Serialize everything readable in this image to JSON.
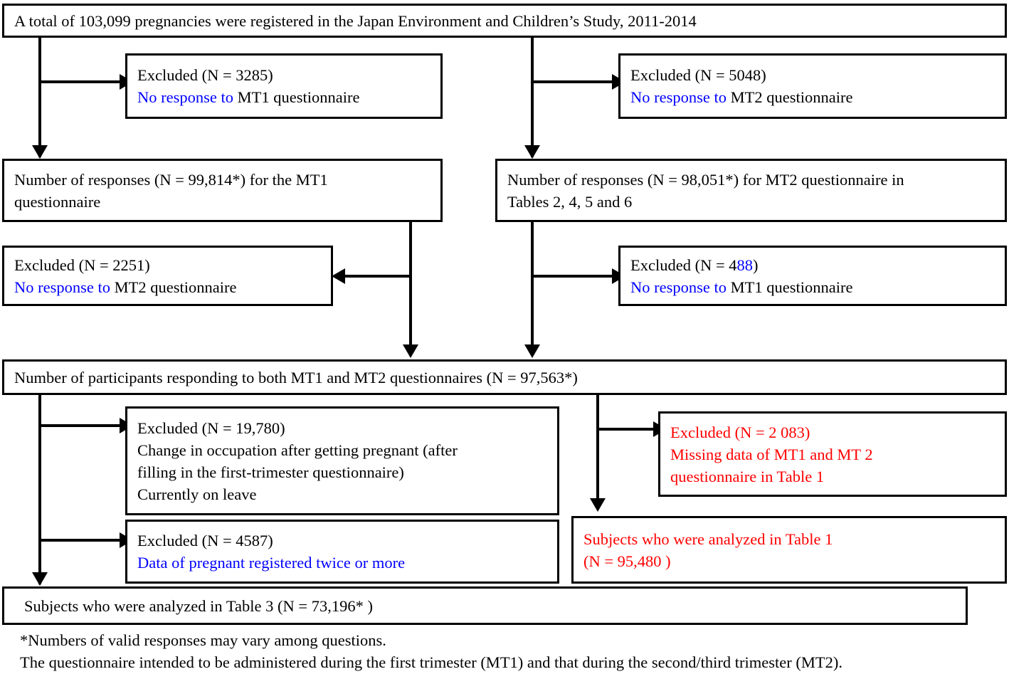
{
  "diagram": {
    "type": "flowchart",
    "title": "Participant flow diagram, Japan Environment and Children's Study",
    "colors": {
      "black": "#000000",
      "blue": "#0000ff",
      "red": "#ff0000",
      "background": "#ffffff"
    }
  },
  "top": {
    "text": "A total of 103,099 pregnancies were registered in the Japan Environment and Children’s Study, 2011-2014"
  },
  "excl_mt1_top": {
    "line1": "Excluded (N = 3285)",
    "line2_blue": "No response to",
    "line2_black": " MT1 questionnaire"
  },
  "excl_mt2_top": {
    "line1": "Excluded (N = 5048)",
    "line2_blue": "No response to",
    "line2_black": " MT2 questionnaire"
  },
  "resp_mt1": {
    "line1": "Number of responses (N = 99,814*) for the MT1",
    "line2": "questionnaire"
  },
  "resp_mt2": {
    "line1": "Number of responses (N = 98,051*) for MT2 questionnaire in",
    "line2": "Tables 2, 4, 5 and 6"
  },
  "excl_2251": {
    "line1": "Excluded (N = 2251)",
    "line2_blue": "No response to",
    "line2_black": " MT2 questionnaire"
  },
  "excl_488": {
    "line1_a": "Excluded (N = 4",
    "line1_b_blue": "88",
    "line1_c": ")",
    "line2_blue": "No response to",
    "line2_black": " MT1 questionnaire"
  },
  "both": {
    "text": "Number of participants responding to both MT1 and MT2 questionnaires (N = 97,563*)"
  },
  "excl_19780": {
    "line1": "Excluded (N = 19,780)",
    "line2": "Change in occupation after getting pregnant (after",
    "line3": "filling in the first-trimester questionnaire)",
    "line4": "Currently on leave"
  },
  "excl_2083": {
    "line1": "Excluded (N = 2 083)",
    "line2": "Missing data of MT1 and MT 2",
    "line3": "questionnaire in Table 1"
  },
  "excl_4587": {
    "line1": "Excluded (N = 4587)",
    "line2_blue": "Data of pregnant registered twice or more"
  },
  "table1_result": {
    "line1": "Subjects who were analyzed in Table 1",
    "line2": "(N = 95,480 )"
  },
  "table3_result": {
    "text": "Subjects who were analyzed in Table 3 (N = 73,196* )"
  },
  "footnotes": {
    "line1": "*Numbers of valid responses may vary among questions.",
    "line2": "The questionnaire intended to be administered during the first trimester (MT1) and that during the second/third trimester (MT2)."
  }
}
